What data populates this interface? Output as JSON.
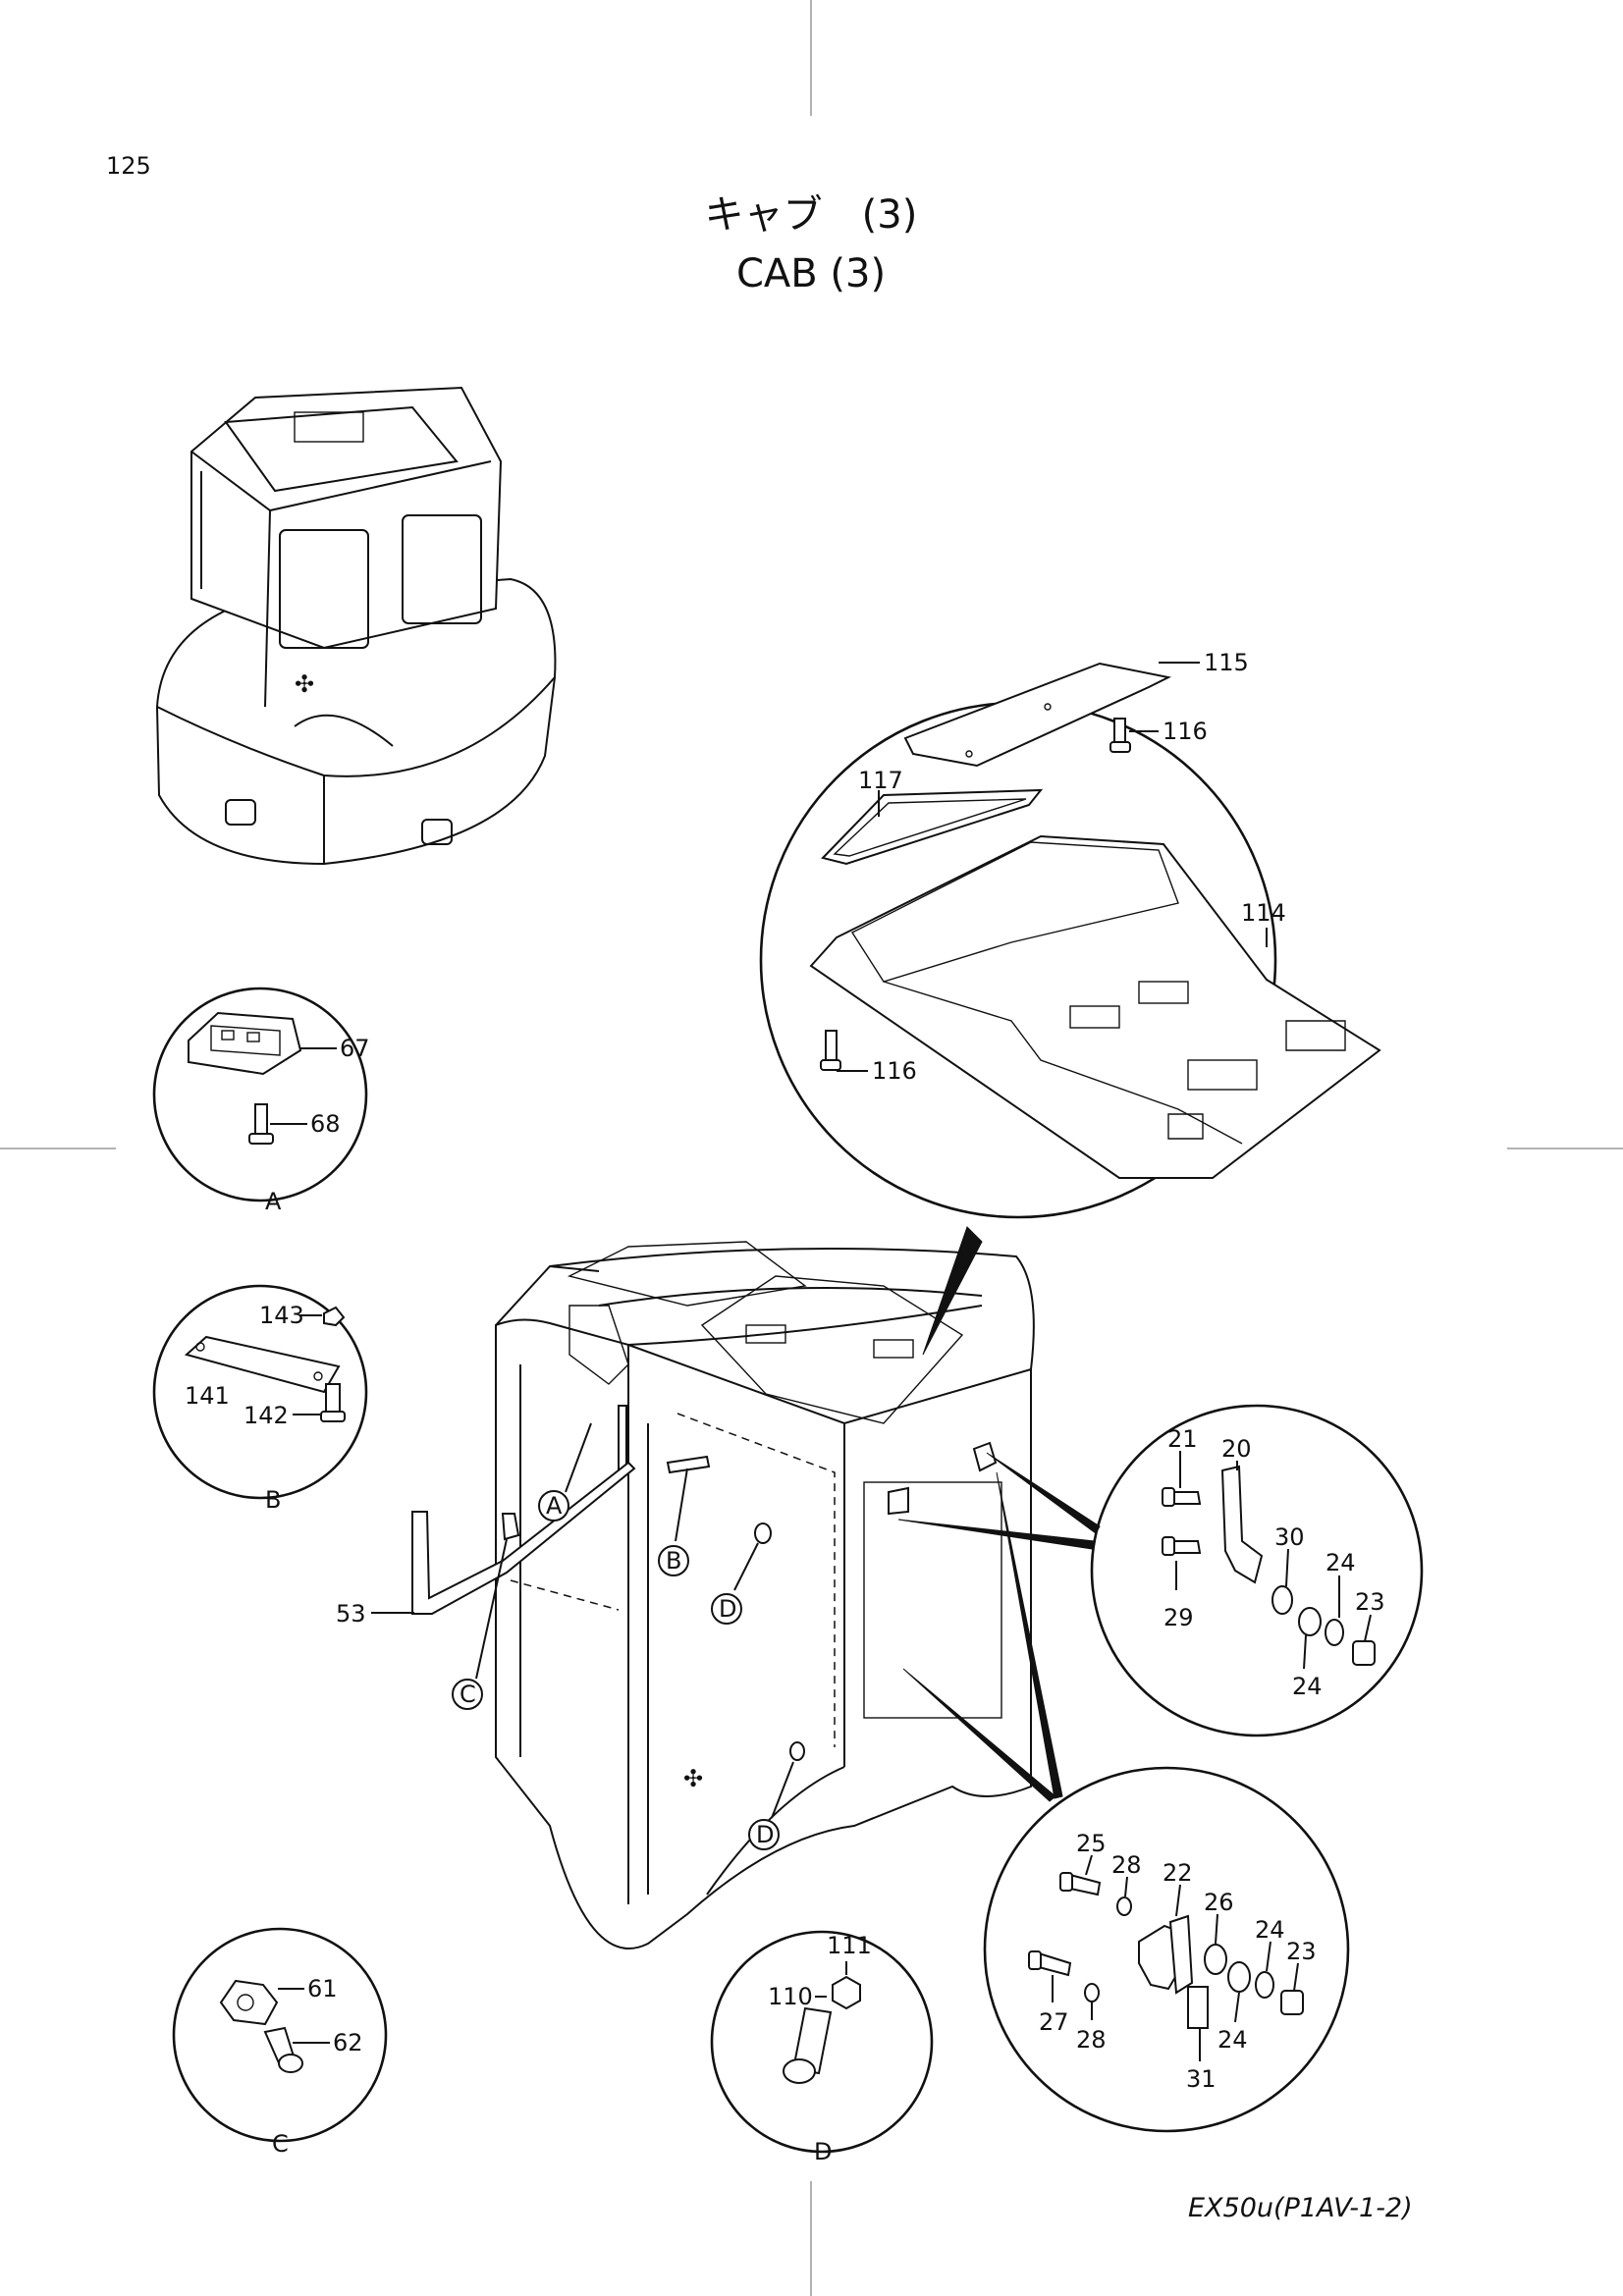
{
  "page_number": "125",
  "title_jp": "キャブ　(3)",
  "title_en": "CAB  (3)",
  "footer_code": "EX50u(P1AV-1-2)",
  "views": [
    "A",
    "B",
    "C",
    "D"
  ],
  "refs": {
    "A": "A",
    "B": "B",
    "C": "C",
    "D1": "D",
    "D2": "D"
  },
  "parts": {
    "p115": "115",
    "p116a": "116",
    "p116b": "116",
    "p117": "117",
    "p114": "114",
    "p67": "67",
    "p68": "68",
    "p143": "143",
    "p141": "141",
    "p142": "142",
    "p53": "53",
    "p21": "21",
    "p20": "20",
    "p30": "30",
    "p24a": "24",
    "p23a": "23",
    "p29": "29",
    "p24b": "24",
    "p25": "25",
    "p28a": "28",
    "p22": "22",
    "p26": "26",
    "p24c": "24",
    "p23b": "23",
    "p27": "27",
    "p28b": "28",
    "p24d": "24",
    "p31": "31",
    "p61": "61",
    "p62": "62",
    "p111": "111",
    "p110": "110"
  }
}
